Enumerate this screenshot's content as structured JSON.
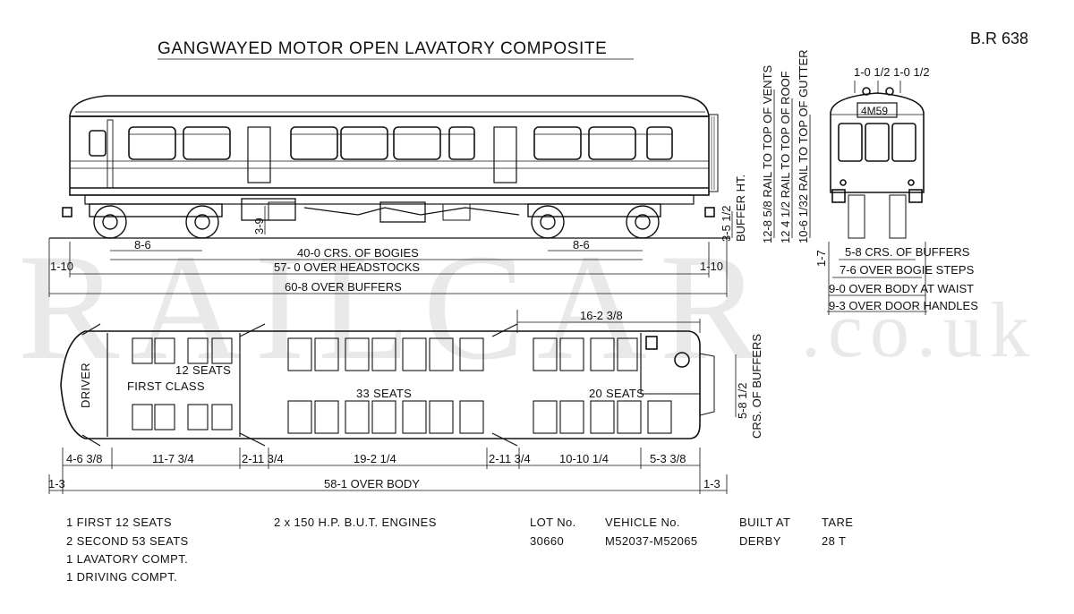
{
  "title": "GANGWAYED MOTOR OPEN LAVATORY COMPOSITE",
  "drawing_ref": "B.R 638",
  "watermark_main": "RAILCAR",
  "watermark_domain": ".co.uk",
  "side_view": {
    "dims": {
      "bogie_wheelbase_left": "8-6",
      "bogie_wheelbase_right": "8-6",
      "step_height": "3-9",
      "headstock_left": "1-10",
      "headstock_right": "1-10",
      "crs_of_bogies": "40-0 CRS. OF BOGIES",
      "over_headstocks": "57- 0 OVER HEADSTOCKS",
      "over_buffers": "60-8 OVER BUFFERS",
      "buffer_value": "3-5 1/2",
      "buffer_label": "BUFFER HT.",
      "vents_label": "12-8 5/8 RAIL TO TOP OF VENTS",
      "roof_label": "12 4 1/2 RAIL TO TOP OF ROOF",
      "gutter_label": "10-6 1/32 RAIL TO TOP OF GUTTER",
      "lower_small": "1-7"
    }
  },
  "end_view": {
    "headcode": "4M59",
    "top_dims": "1-0 1/2 1-0 1/2",
    "crs_of_buffers": "5-8 CRS. OF BUFFERS",
    "over_bogie_steps": "7-6 OVER BOGIE STEPS",
    "over_body_waist": "9-0 OVER BODY AT WAIST",
    "over_door_handles": "9-3 OVER DOOR HANDLES"
  },
  "plan_view": {
    "driver": "DRIVER",
    "first_seats": "12 SEATS",
    "first_class": "FIRST CLASS",
    "second_seats_a": "33 SEATS",
    "second_seats_b": "20 SEATS",
    "right_section": "16-2 3/8",
    "buffers_value": "5-8 1/2",
    "buffers_label": "CRS. OF BUFFERS",
    "segments": [
      "4-6 3/8",
      "11-7 3/4",
      "2-11 3/4",
      "19-2 1/4",
      "2-11 3/4",
      "10-10 1/4",
      "5-3 3/8"
    ],
    "end_left": "1-3",
    "end_right": "1-3",
    "over_body": "58-1 OVER BODY"
  },
  "accommodation": [
    "1 FIRST 12 SEATS",
    "2 SECOND 53 SEATS",
    "1 LAVATORY COMPT.",
    "1 DRIVING COMPT."
  ],
  "engines": "2 x 150 H.P. B.U.T. ENGINES",
  "table": {
    "headers": [
      "LOT No.",
      "VEHICLE No.",
      "BUILT AT",
      "TARE"
    ],
    "row": [
      "30660",
      "M52037-M52065",
      "DERBY",
      "28 T"
    ]
  }
}
